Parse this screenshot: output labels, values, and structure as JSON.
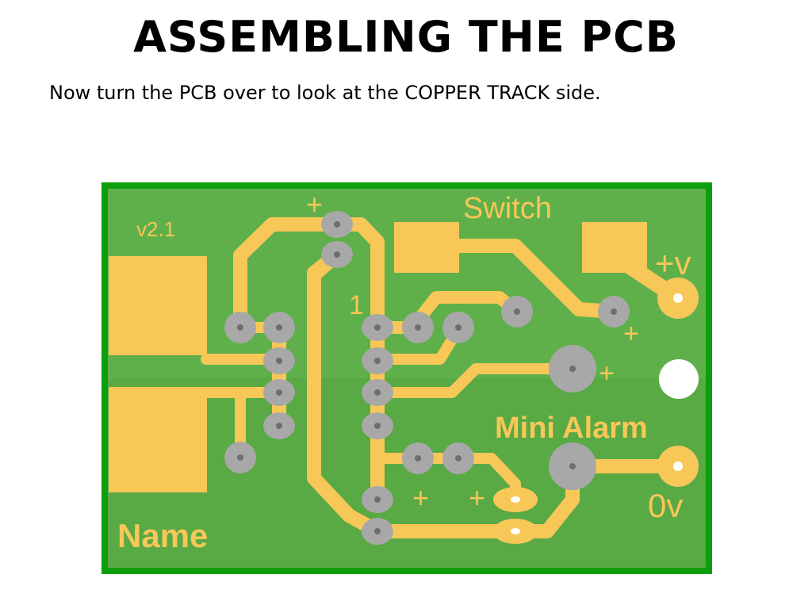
{
  "slide": {
    "title": "ASSEMBLING THE PCB",
    "subtitle": "Now turn the PCB over to look at the COPPER TRACK side."
  },
  "colors": {
    "board_border": "#0d9e0d",
    "board_fill": "#5fb04a",
    "copper": "#f7c758",
    "pad": "#a8a8a8",
    "label": "#f7c758",
    "hole": "#ffffff"
  },
  "board": {
    "version": "v2.1",
    "switch_label": "Switch",
    "pos_v_label": "+v",
    "pin1_label": "1",
    "plus_label": "+",
    "zero_v_label": "0v",
    "product_label": "Mini Alarm",
    "name_label": "Name"
  }
}
